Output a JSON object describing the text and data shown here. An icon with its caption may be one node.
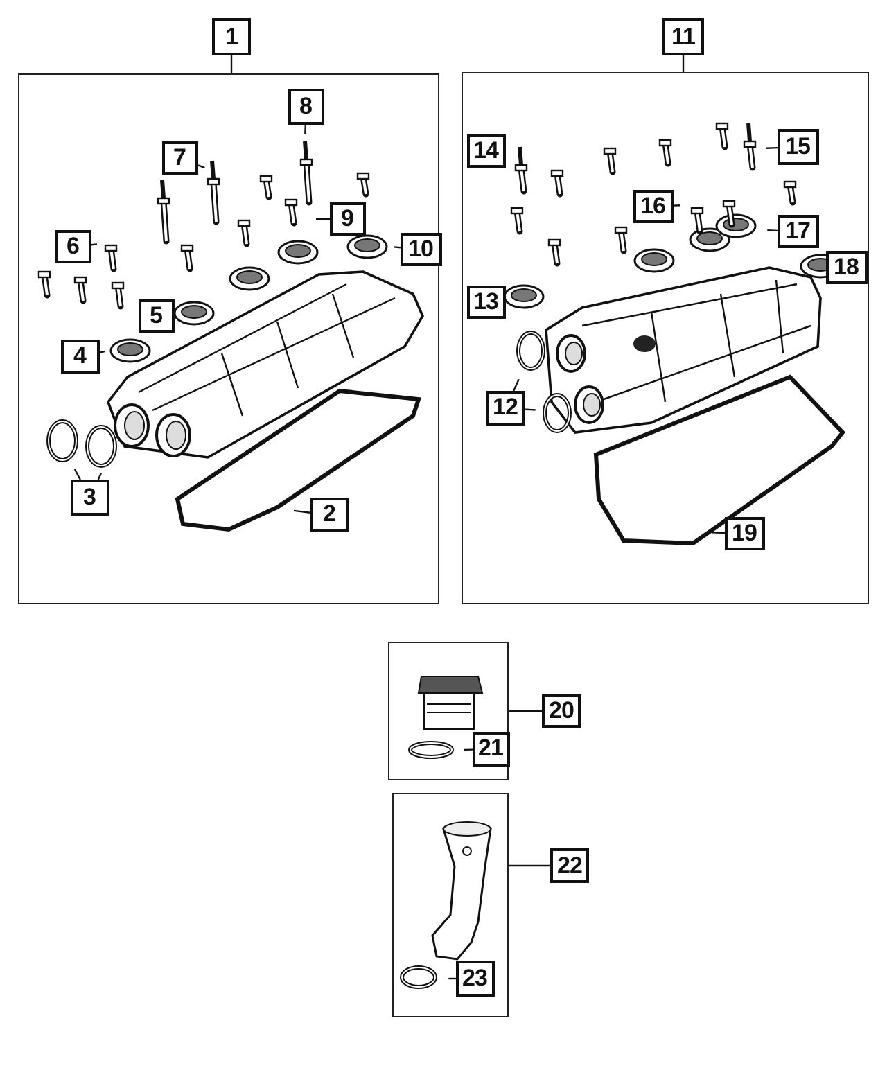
{
  "diagram": {
    "nodes": [
      {
        "text": [
          "1"
        ]
      },
      {
        "text": [],
        "shape": "box"
      },
      {
        "text": [
          "2"
        ],
        "in": 1
      },
      {
        "text": [
          "3"
        ],
        "in": 1
      },
      {
        "text": [
          "4"
        ],
        "in": 1
      },
      {
        "text": [
          "5"
        ],
        "in": 1
      },
      {
        "text": [
          "6"
        ],
        "in": 1
      },
      {
        "text": [
          "7"
        ],
        "in": 1
      },
      {
        "text": [
          "8"
        ],
        "in": 1
      },
      {
        "text": [
          "9"
        ],
        "in": 1
      },
      {
        "text": [
          "10"
        ],
        "in": 1
      },
      {
        "text": [
          "11"
        ]
      },
      {
        "text": [],
        "shape": "box"
      },
      {
        "text": [
          "12"
        ],
        "in": 12
      },
      {
        "text": [
          "13"
        ],
        "in": 12
      },
      {
        "text": [
          "14"
        ],
        "in": 12
      },
      {
        "text": [
          "15"
        ],
        "in": 12
      },
      {
        "text": [
          "16"
        ],
        "in": 12
      },
      {
        "text": [
          "17"
        ],
        "in": 12
      },
      {
        "text": [
          "18"
        ],
        "in": 12
      },
      {
        "text": [
          "19"
        ],
        "in": 12
      },
      {
        "text": [],
        "shape": "box"
      },
      {
        "text": [
          "20"
        ]
      },
      {
        "text": [
          "21"
        ],
        "in": 21
      },
      {
        "text": [],
        "shape": "box"
      },
      {
        "text": [
          "22"
        ]
      },
      {
        "text": [
          "23"
        ],
        "in": 24
      }
    ],
    "edges": [
      {
        "from": 0,
        "to": 1,
        "arrow": "none"
      },
      {
        "from": 2,
        "to": null,
        "arrow": "none"
      },
      {
        "from": 3,
        "to": null,
        "arrow": "none"
      },
      {
        "from": 3,
        "to": null,
        "arrow": "none"
      },
      {
        "from": 4,
        "to": null,
        "arrow": "none"
      },
      {
        "from": 6,
        "to": null,
        "arrow": "none"
      },
      {
        "from": 7,
        "to": null,
        "arrow": "none"
      },
      {
        "from": 8,
        "to": null,
        "arrow": "none"
      },
      {
        "from": 9,
        "to": null,
        "arrow": "none"
      },
      {
        "from": 10,
        "to": null,
        "arrow": "none"
      },
      {
        "from": 11,
        "to": 12,
        "arrow": "none"
      },
      {
        "from": 13,
        "to": null,
        "arrow": "none"
      },
      {
        "from": 13,
        "to": null,
        "arrow": "none"
      },
      {
        "from": 16,
        "to": null,
        "arrow": "none"
      },
      {
        "from": 17,
        "to": null,
        "arrow": "none"
      },
      {
        "from": 18,
        "to": null,
        "arrow": "none"
      },
      {
        "from": 20,
        "to": null,
        "arrow": "none"
      },
      {
        "from": 22,
        "to": 21,
        "arrow": "none"
      },
      {
        "from": 23,
        "to": null,
        "arrow": "none"
      },
      {
        "from": 25,
        "to": 24,
        "arrow": "none"
      },
      {
        "from": 26,
        "to": null,
        "arrow": "none"
      }
    ]
  }
}
